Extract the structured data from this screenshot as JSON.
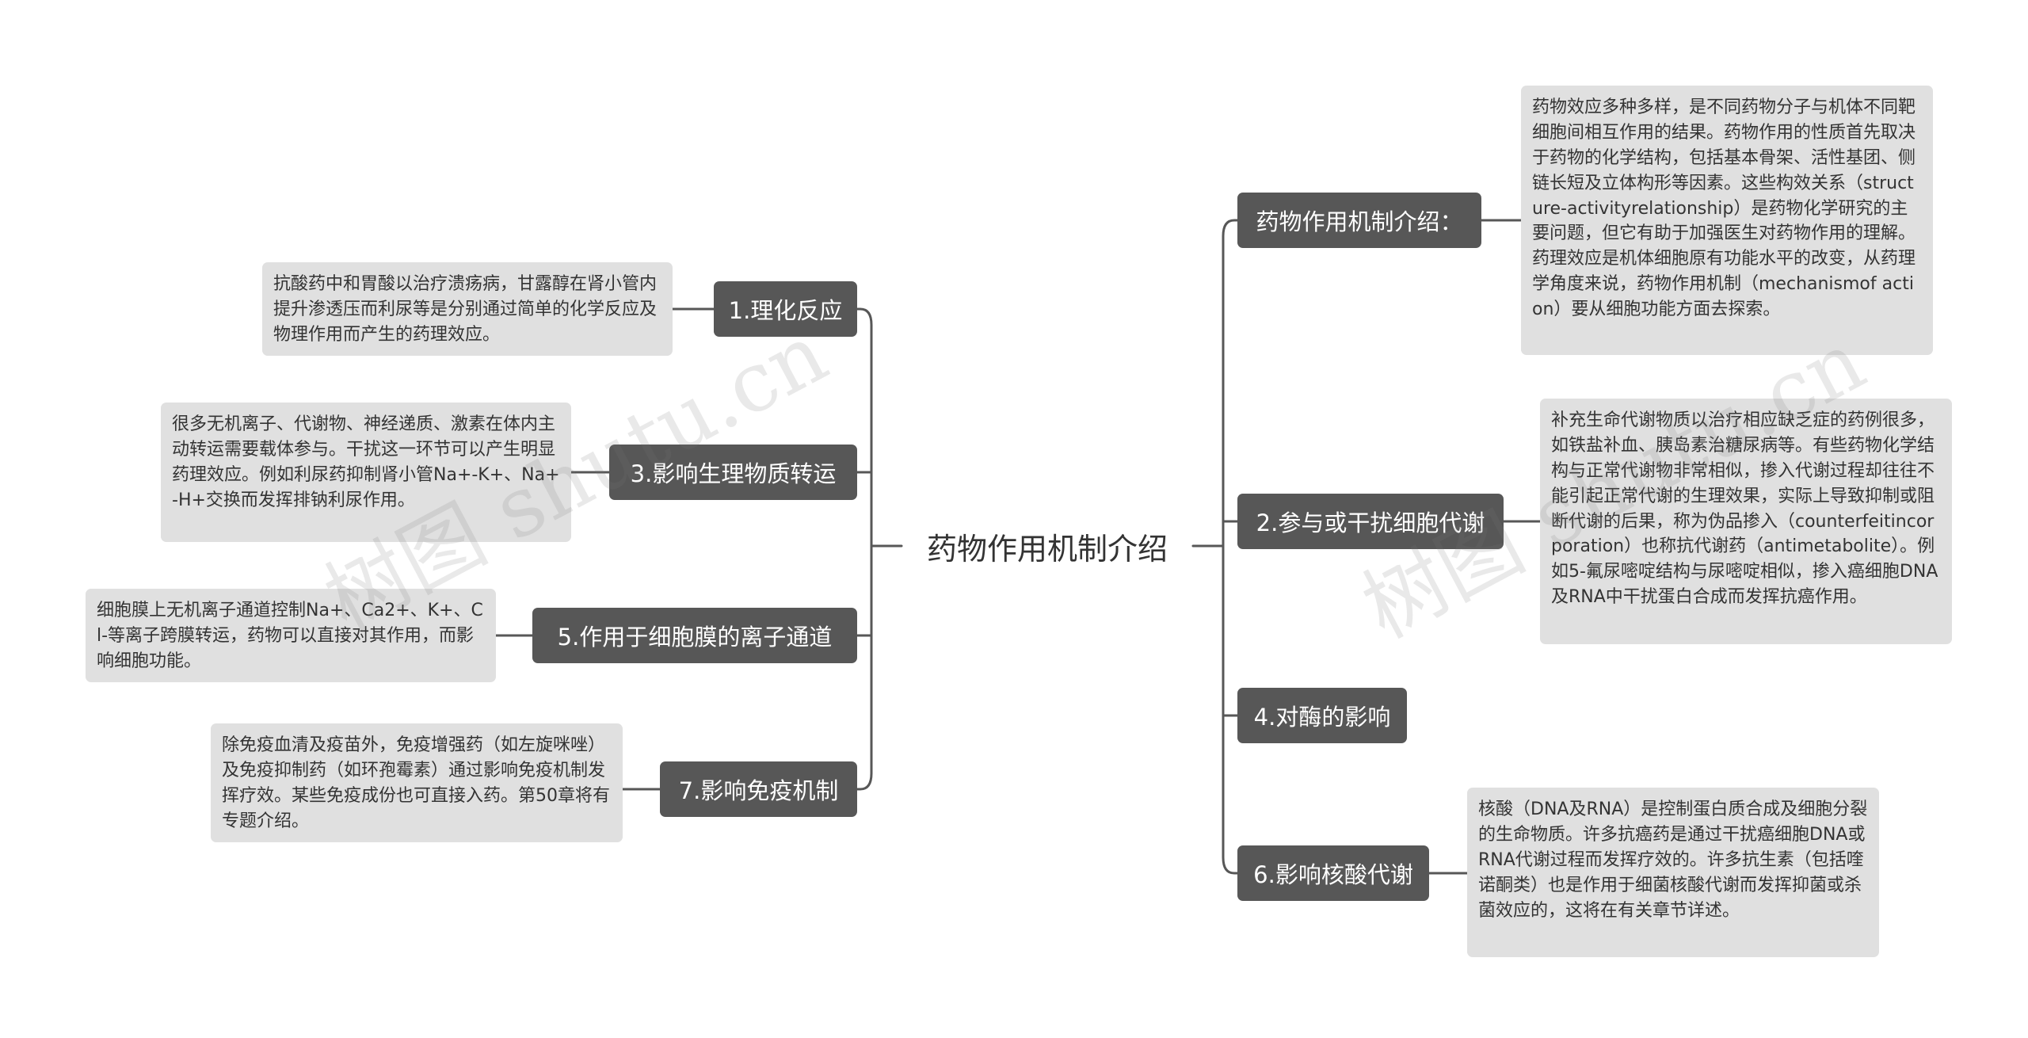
{
  "center": {
    "label": "药物作用机制介绍"
  },
  "left_branches": [
    {
      "label": "1.理化反应",
      "detail": "抗酸药中和胃酸以治疗溃疡病，甘露醇在肾小管内提升渗透压而利尿等是分别通过简单的化学反应及物理作用而产生的药理效应。"
    },
    {
      "label": "3.影响生理物质转运",
      "detail": "很多无机离子、代谢物、神经递质、激素在体内主动转运需要载体参与。干扰这一环节可以产生明显药理效应。例如利尿药抑制肾小管Na+-K+、Na+-H+交换而发挥排钠利尿作用。"
    },
    {
      "label": "5.作用于细胞膜的离子通道",
      "detail": "细胞膜上无机离子通道控制Na+、Ca2+、K+、Cl-等离子跨膜转运，药物可以直接对其作用，而影响细胞功能。"
    },
    {
      "label": "7.影响免疫机制",
      "detail": "除免疫血清及疫苗外，免疫增强药（如左旋咪唑）及免疫抑制药（如环孢霉素）通过影响免疫机制发挥疗效。某些免疫成份也可直接入药。第50章将有专题介绍。"
    }
  ],
  "right_branches": [
    {
      "label": "药物作用机制介绍：",
      "detail": "药物效应多种多样，是不同药物分子与机体不同靶细胞间相互作用的结果。药物作用的性质首先取决于药物的化学结构，包括基本骨架、活性基团、侧链长短及立体构形等因素。这些构效关系（structure-activityrelationship）是药物化学研究的主要问题，但它有助于加强医生对药物作用的理解。药理效应是机体细胞原有功能水平的改变，从药理学角度来说，药物作用机制（mechanismof action）要从细胞功能方面去探索。"
    },
    {
      "label": "2.参与或干扰细胞代谢",
      "detail": "补充生命代谢物质以治疗相应缺乏症的药例很多，如铁盐补血、胰岛素治糖尿病等。有些药物化学结构与正常代谢物非常相似，掺入代谢过程却往往不能引起正常代谢的生理效果，实际上导致抑制或阻断代谢的后果，称为伪品掺入（counterfeitincorporation）也称抗代谢药（antimetabolite）。例如5-氟尿嘧啶结构与尿嘧啶相似，掺入癌细胞DNA及RNA中干扰蛋白合成而发挥抗癌作用。"
    },
    {
      "label": "4.对酶的影响",
      "detail": ""
    },
    {
      "label": "6.影响核酸代谢",
      "detail": "核酸（DNA及RNA）是控制蛋白质合成及细胞分裂的生命物质。许多抗癌药是通过干扰癌细胞DNA或RNA代谢过程而发挥疗效的。许多抗生素（包括喹诺酮类）也是作用于细菌核酸代谢而发挥抑菌或杀菌效应的，这将在有关章节详述。"
    }
  ],
  "watermarks": [
    "树图 shutu.cn",
    "树图 shutu.cn"
  ],
  "colors": {
    "branch_bg": "#575757",
    "leaf_bg": "#e0e0e0",
    "line": "#575757",
    "text": "#333333"
  }
}
